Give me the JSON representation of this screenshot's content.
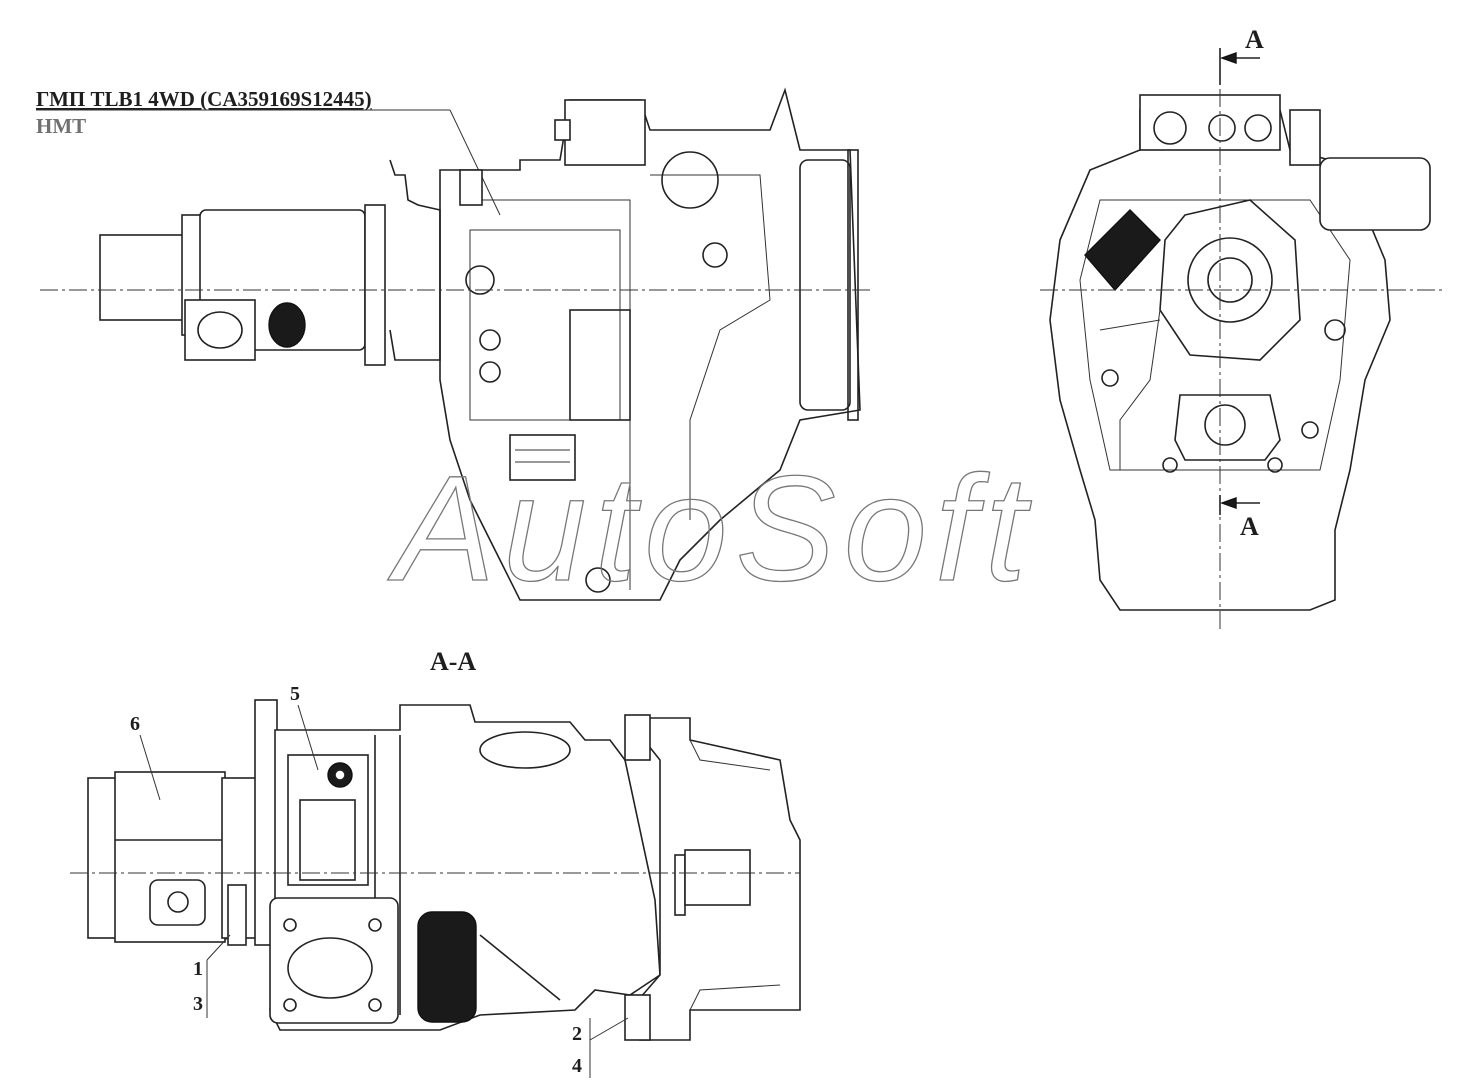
{
  "title": "ГМП TLB1 4WD (CA359169S12445)",
  "subtitle": "HMT",
  "section_marker": "A",
  "section_label": "A-A",
  "watermark": "AutoSoft",
  "callouts": [
    "1",
    "2",
    "3",
    "4",
    "5",
    "6"
  ]
}
